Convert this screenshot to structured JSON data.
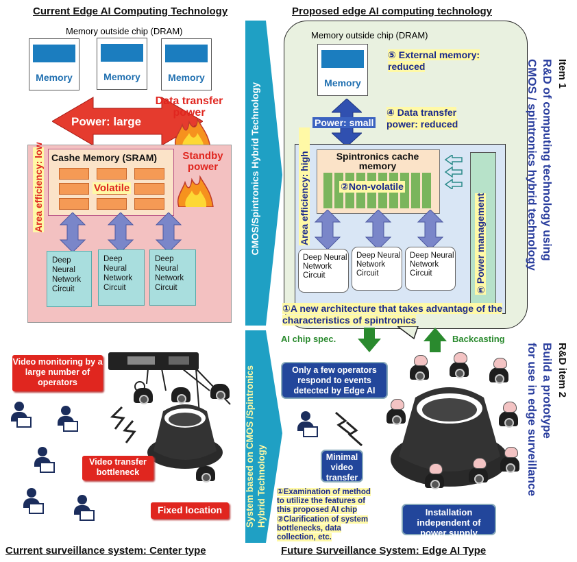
{
  "titles": {
    "top_left": "Current Edge AI Computing Technology",
    "top_right": "Proposed edge AI computing technology",
    "bottom_left": "Current surveillance system: Center type",
    "bottom_right": "Future Surveillance System: Edge AI Type"
  },
  "current": {
    "dram_label": "Memory outside chip (DRAM)",
    "memory_labels": [
      "Memory",
      "Memory",
      "Memory"
    ],
    "power_label": "Power: large",
    "data_transfer": "Data transfer power",
    "standby": "Standby power",
    "area_eff": "Area efficiency: low",
    "cache_title": "Cashe Memory (SRAM)",
    "volatile": "Volatile",
    "dnn": [
      "Deep Neural Network Circuit",
      "Deep Neural Network Circuit",
      "Deep Neural Network Circuit"
    ]
  },
  "arrows": {
    "top": "CMOS/Spintronics Hybrid Technology",
    "bottom": "System based on CMOS /Spintronics Hybrid Technology"
  },
  "proposed": {
    "dram_label": "Memory outside chip (DRAM)",
    "memory_label": "Memory",
    "ext_mem": "⑤ External memory: reduced",
    "power_small": "Power: small",
    "data_transfer": "④ Data transfer power: reduced",
    "area_eff": "Area efficiency: high",
    "spin_cache": "Spintronics cache memory",
    "nonvolatile": "②Non-volatile",
    "power_mgmt": "③Power management",
    "dnn": [
      "Deep Neural Network Circuit",
      "Deep Neural Network Circuit",
      "Deep Neural Network Circuit"
    ],
    "new_arch": "①A new architecture that takes advantage of the characteristics of spintronics",
    "ai_chip": "AI chip spec.",
    "backcasting": "Backcasting"
  },
  "side": {
    "item1_head": "Item 1",
    "item1_l1": "R&D of computing technology using",
    "item1_l2": "CMOS / spintronics hybrid technology",
    "item2_head": "R&D item 2",
    "item2_l1": "Build a prototype",
    "item2_l2": "for use in edge surveillance"
  },
  "surv_current": {
    "video_monitor": "Video monitoring by a large number of operators",
    "bottleneck": "Video transfer bottleneck",
    "fixed": "Fixed location"
  },
  "surv_future": {
    "few_ops": "Only a few operators respond to events detected by Edge AI",
    "minimal": "Minimal video transfer",
    "exam": "①Examination of method to utilize the features of this proposed AI chip",
    "clarif": "②Clarification of system bottlenecks, data collection, etc.",
    "install": "Installation independent of power supply"
  },
  "colors": {
    "teal": "#1fa0c4",
    "red": "#e0261f",
    "navy": "#22469b",
    "green": "#2a8a2e",
    "pink": "#f3c1c1",
    "mint": "#e9f1e0"
  }
}
